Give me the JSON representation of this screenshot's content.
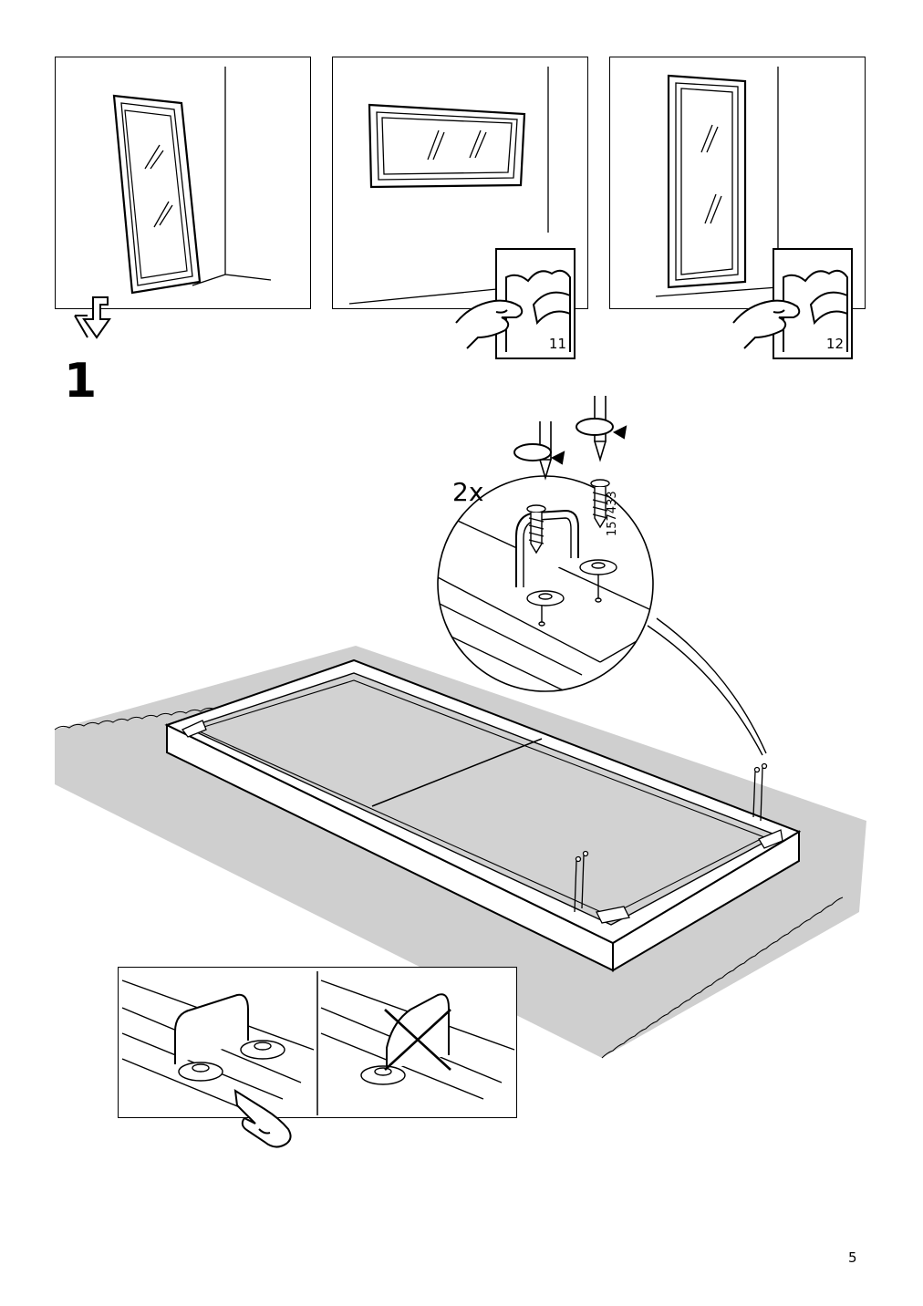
{
  "options": [
    {
      "label": "standing-mirror-option",
      "sticker_number": null
    },
    {
      "label": "horizontal-wall-option",
      "sticker_number": "11"
    },
    {
      "label": "vertical-wall-option",
      "sticker_number": "12"
    }
  ],
  "step": {
    "number": "1"
  },
  "detail": {
    "quantity": "2x",
    "part_number": "157433"
  },
  "page": {
    "number": "5"
  },
  "icons": [
    "down-arrow-icon",
    "sticker-peel-icon",
    "rotate-clockwise-icon",
    "screwdriver-icon",
    "screw-icon",
    "bracket-icon",
    "hand-pointer-icon",
    "cross-icon"
  ]
}
